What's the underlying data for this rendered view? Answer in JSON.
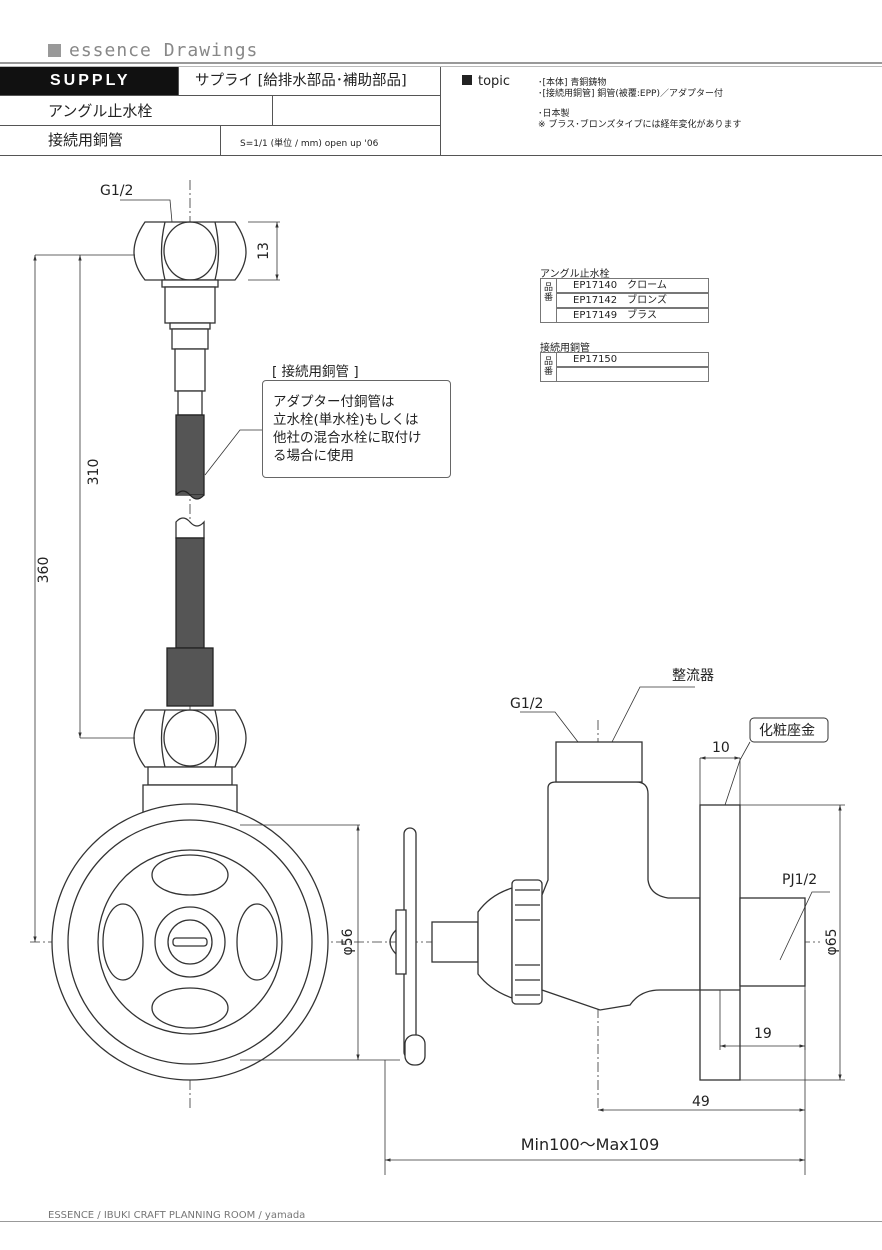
{
  "brand": "essence Drawings",
  "header": {
    "category": "SUPPLY",
    "category_ja": "サプライ [給排水部品･補助部品]",
    "product_name": "アングル止水栓",
    "sub_name": "接続用銅管",
    "scale_note": "S=1/1 (単位 / mm)   open up '06",
    "topic_label": "topic",
    "topic_lines": [
      "･[本体] 青銅鋳物",
      "･[接続用銅管] 銅管(被覆:EPP)／アダプター付",
      "",
      "･日本製",
      "※ ブラス･ブロンズタイプには経年変化があります"
    ]
  },
  "parts_tables": [
    {
      "title": "アングル止水栓",
      "side_label": "品番",
      "rows": [
        "EP17140　クローム",
        "EP17142　ブロンズ",
        "EP17149　ブラス"
      ]
    },
    {
      "title": "接続用銅管",
      "side_label": "品番",
      "rows": [
        "EP17150",
        ""
      ]
    }
  ],
  "callout": {
    "title": "[ 接続用銅管 ]",
    "text_lines": [
      "アダプター付銅管は",
      "立水栓(単水栓)もしくは",
      "他社の混合水栓に取付け",
      "る場合に使用"
    ]
  },
  "dimensions": {
    "top_thread": "G1/2",
    "nut_height": "13",
    "pipe_length": "310",
    "total_length": "360",
    "wheel_dia": "φ56",
    "side_thread": "G1/2",
    "aerator": "整流器",
    "escutcheon": "化粧座金",
    "escutcheon_depth": "10",
    "wall_thread": "PJ1/2",
    "flange_dia": "φ65",
    "thread_len": "19",
    "body_len": "49",
    "overall_range": "Min100〜Max109"
  },
  "footer": "ESSENCE / IBUKI CRAFT  PLANNING ROOM / yamada"
}
